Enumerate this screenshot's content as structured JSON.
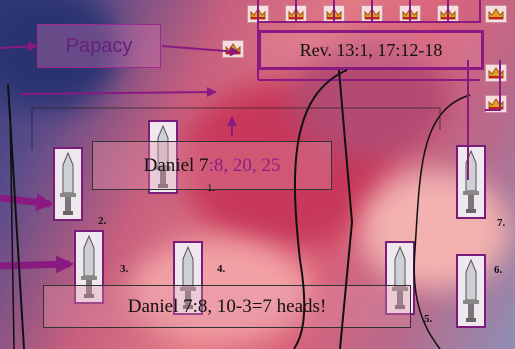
{
  "labels": {
    "papacy": "Papacy",
    "revelation_ref": "Rev. 13:1, 17:12-18",
    "daniel_1_prefix": "Daniel 7",
    "daniel_1_refs": ":8, 20, 25",
    "daniel_2": "Daniel 7:8, 10-3=7 heads!"
  },
  "horns": [
    {
      "name": "horn-1",
      "number": "1."
    },
    {
      "name": "horn-2",
      "number": "2."
    },
    {
      "name": "horn-3",
      "number": "3."
    },
    {
      "name": "horn-4",
      "number": "4."
    },
    {
      "name": "horn-5",
      "number": "5."
    },
    {
      "name": "horn-6",
      "number": "6."
    },
    {
      "name": "horn-7",
      "number": "7."
    }
  ],
  "crowns": [
    "crown-icon",
    "crown-icon",
    "crown-icon",
    "crown-icon",
    "crown-icon",
    "crown-icon",
    "crown-icon",
    "crown-icon",
    "crown-icon"
  ],
  "colors": {
    "arrow_purple": "#8a1a82",
    "text_purple": "#6a1f7a",
    "box_border": "#333333"
  }
}
